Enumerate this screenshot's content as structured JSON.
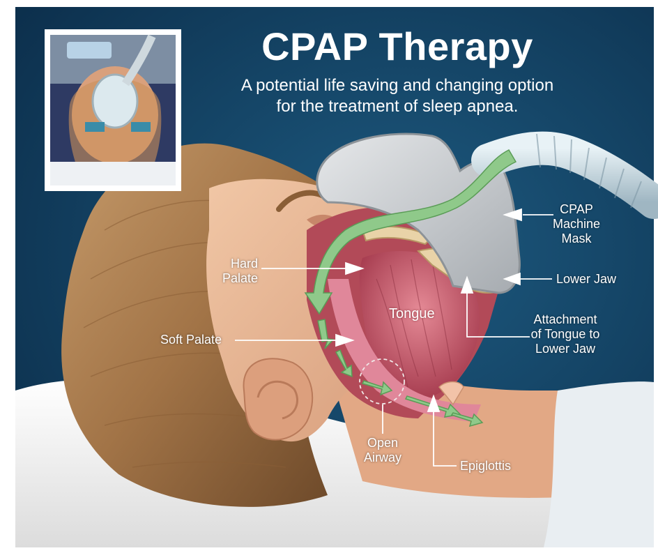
{
  "header": {
    "title": "CPAP Therapy",
    "subtitle_line1": "A potential life saving and changing option",
    "subtitle_line2": "for the treatment of sleep apnea."
  },
  "labels": {
    "mask_line1": "CPAP",
    "mask_line2": "Machine",
    "mask_line3": "Mask",
    "lower_jaw": "Lower Jaw",
    "attachment_line1": "Attachment",
    "attachment_line2": "of Tongue to",
    "attachment_line3": "Lower Jaw",
    "hard_palate_line1": "Hard",
    "hard_palate_line2": "Palate",
    "soft_palate": "Soft Palate",
    "tongue": "Tongue",
    "open_airway_line1": "Open",
    "open_airway_line2": "Airway",
    "epiglottis": "Epiglottis"
  },
  "colors": {
    "background": "#0f3b5c",
    "airflow": "#8fc98a",
    "skin": "#e8b896",
    "hair": "#a87a4e",
    "mask": "#c9ccd0",
    "tongue": "#c45a6a",
    "pillow": "#f2f2f2"
  }
}
